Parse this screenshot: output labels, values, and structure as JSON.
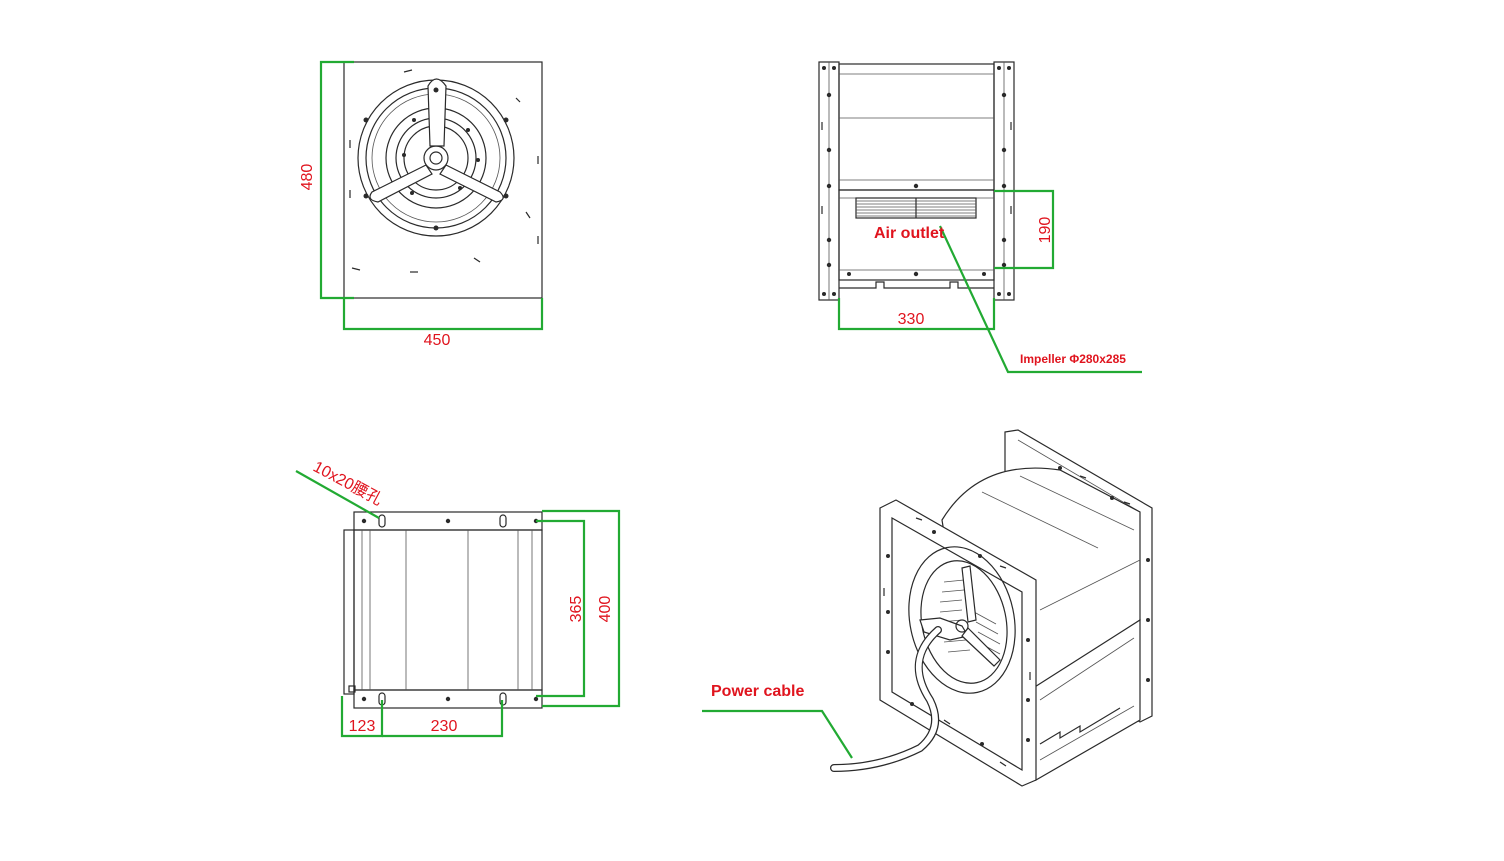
{
  "views": {
    "front": {
      "width": "450",
      "height": "480"
    },
    "side": {
      "width": "330",
      "outlet_height": "190",
      "air_outlet_label": "Air outlet",
      "impeller_label": "Impeller Φ280x285"
    },
    "bottom": {
      "slot_label": "10x20腰孔",
      "inner_span": "365",
      "outer_span": "400",
      "offset": "123",
      "pitch": "230"
    },
    "iso": {
      "cable_label": "Power cable"
    }
  },
  "colors": {
    "dimension_text": "#e0141e",
    "leader_line": "#22aa33",
    "drawing_line": "#2a2a2a"
  }
}
